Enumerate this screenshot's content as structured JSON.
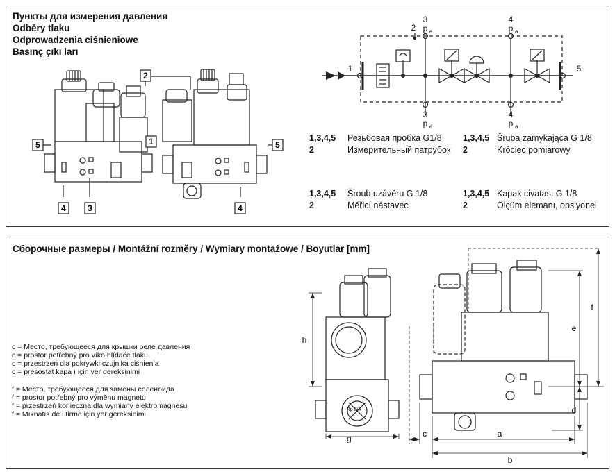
{
  "measure_points": {
    "titles": [
      "Пункты для измерения давления",
      "Odběry tlaku",
      "Odprowadzenia ciśnieniowe",
      "Basınç çıkı ları"
    ],
    "callouts": {
      "n1": "1",
      "n2": "2",
      "n3": "3",
      "n4": "4",
      "n5": "5"
    },
    "schematic": {
      "inlet": "1",
      "outlet": "5",
      "top_2": "2",
      "top_3": "3",
      "top_4": "4",
      "bottom_3": "3",
      "bottom_4": "4",
      "pe": "p",
      "pe_sub": "e",
      "pa": "p",
      "pa_sub": "a"
    },
    "legend": [
      {
        "keys": "1,3,4,5",
        "text": "Резьбовая пробка G1/8"
      },
      {
        "keys": "2",
        "text": "Измерительный патрубок"
      },
      {
        "keys": "1,3,4,5",
        "text": "Šruba zamykająca G 1/8"
      },
      {
        "keys": "2",
        "text": "Króciec pomiarowy"
      },
      {
        "keys": "1,3,4,5",
        "text": "Šroub uzávěru G 1/8"
      },
      {
        "keys": "2",
        "text": "Měřicí nástavec"
      },
      {
        "keys": "1,3,4,5",
        "text": "Kapak civatası G 1/8"
      },
      {
        "keys": "2",
        "text": "Ölçüm elemanı, opsiyonel"
      }
    ]
  },
  "dimensions": {
    "title": "Сборочные размеры / Montážní rozměry / Wymiary montażowe / Boyutlar [mm]",
    "notes_c": [
      "c = Место, требующееся для крышки реле давления",
      "c = prostor potřebný pro víko hlídače tlaku",
      "c = przestrzeń dla pokrywki czujnika ciśnienia",
      "c = presostat kapa ı için yer gereksinimi"
    ],
    "notes_f": [
      "f = Место, требующееся для замены соленоида",
      "f = prostor potřebný pro výměnu magnetu",
      "f = przestrzeń konieczna dla wymiany elektromagnesu",
      "f = Mıknatıs de i tirme için yer gereksinimi"
    ],
    "labels": {
      "h": "h",
      "g": "g",
      "c": "c",
      "a": "a",
      "b": "b",
      "d": "d",
      "e": "e",
      "f": "f"
    },
    "port_marking": "Rp 3/4"
  }
}
